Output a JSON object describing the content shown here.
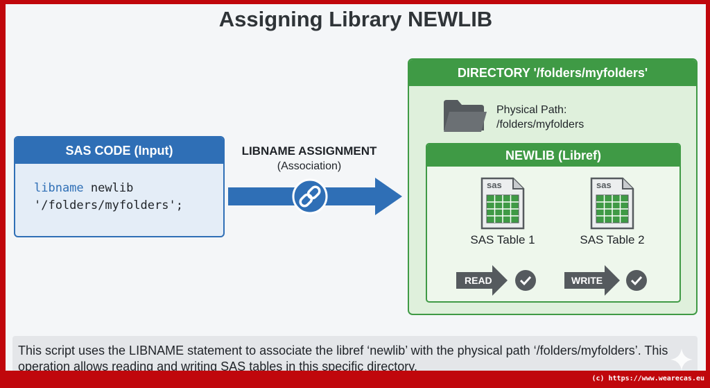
{
  "title": "Assigning Library NEWLIB",
  "code_box": {
    "header": "SAS CODE (Input)",
    "line1_keyword": "libname",
    "line1_rest": " newlib",
    "line2": "'/folders/myfolders';"
  },
  "assignment": {
    "title": "LIBNAME ASSIGNMENT",
    "subtitle": "(Association)"
  },
  "directory": {
    "header": "DIRECTORY '/folders/myfolders'",
    "path_label": "Physical Path:",
    "path_value": "/folders/myfolders"
  },
  "libref": {
    "header": "NEWLIB (Libref)",
    "table1": "SAS Table 1",
    "table2": "SAS Table 2",
    "read": "READ",
    "write": "WRITE",
    "icon_text": "sas"
  },
  "description": "This script uses the LIBNAME statement to associate the libref ‘newlib’ with the physical path ‘/folders/myfolders’. This operation allows reading and writing SAS tables in this specific directory.",
  "footer": "(c) https://www.wearecas.eu",
  "colors": {
    "blue": "#2f6fb6",
    "green": "#3f9a45",
    "border_red": "#c0070c"
  }
}
